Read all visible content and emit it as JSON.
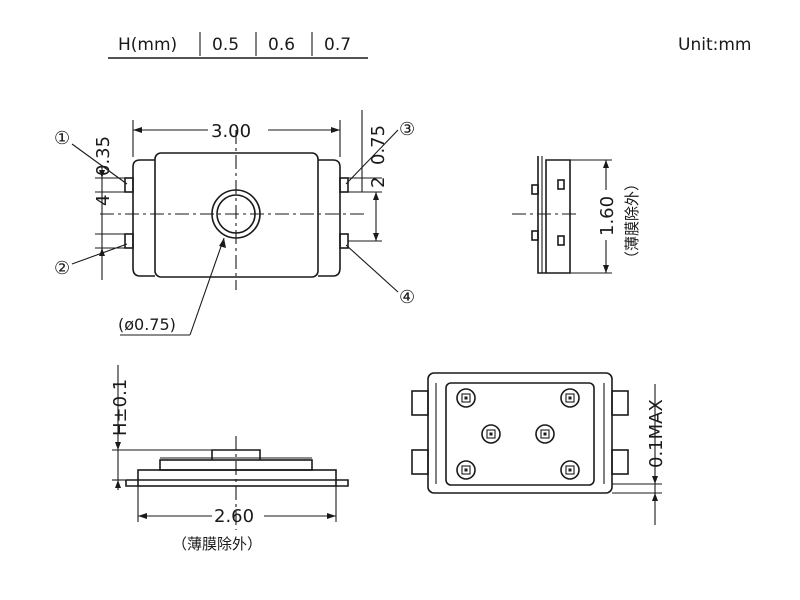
{
  "title_unit": "Unit:mm",
  "height_table": {
    "header": "H(mm)",
    "values": [
      "0.5",
      "0.6",
      "0.7"
    ]
  },
  "top_view": {
    "width_dim": "3.00",
    "pin_width_dim": "0.35",
    "pin_pitch_left": "4",
    "pin_width_right": "0.75",
    "pin_pitch_right": "2",
    "actuator_dim": "(ø0.75)",
    "pins": [
      "①",
      "②",
      "③",
      "④"
    ]
  },
  "side_view_right": {
    "height_dim": "1.60",
    "note": "（薄膜除外）"
  },
  "side_view_bottom": {
    "height_dim": "H±0.1",
    "width_dim": "2.60",
    "note": "（薄膜除外）"
  },
  "bottom_view": {
    "max_dim": "0.1MAX",
    "pad_icon": "square-pad-icon"
  }
}
